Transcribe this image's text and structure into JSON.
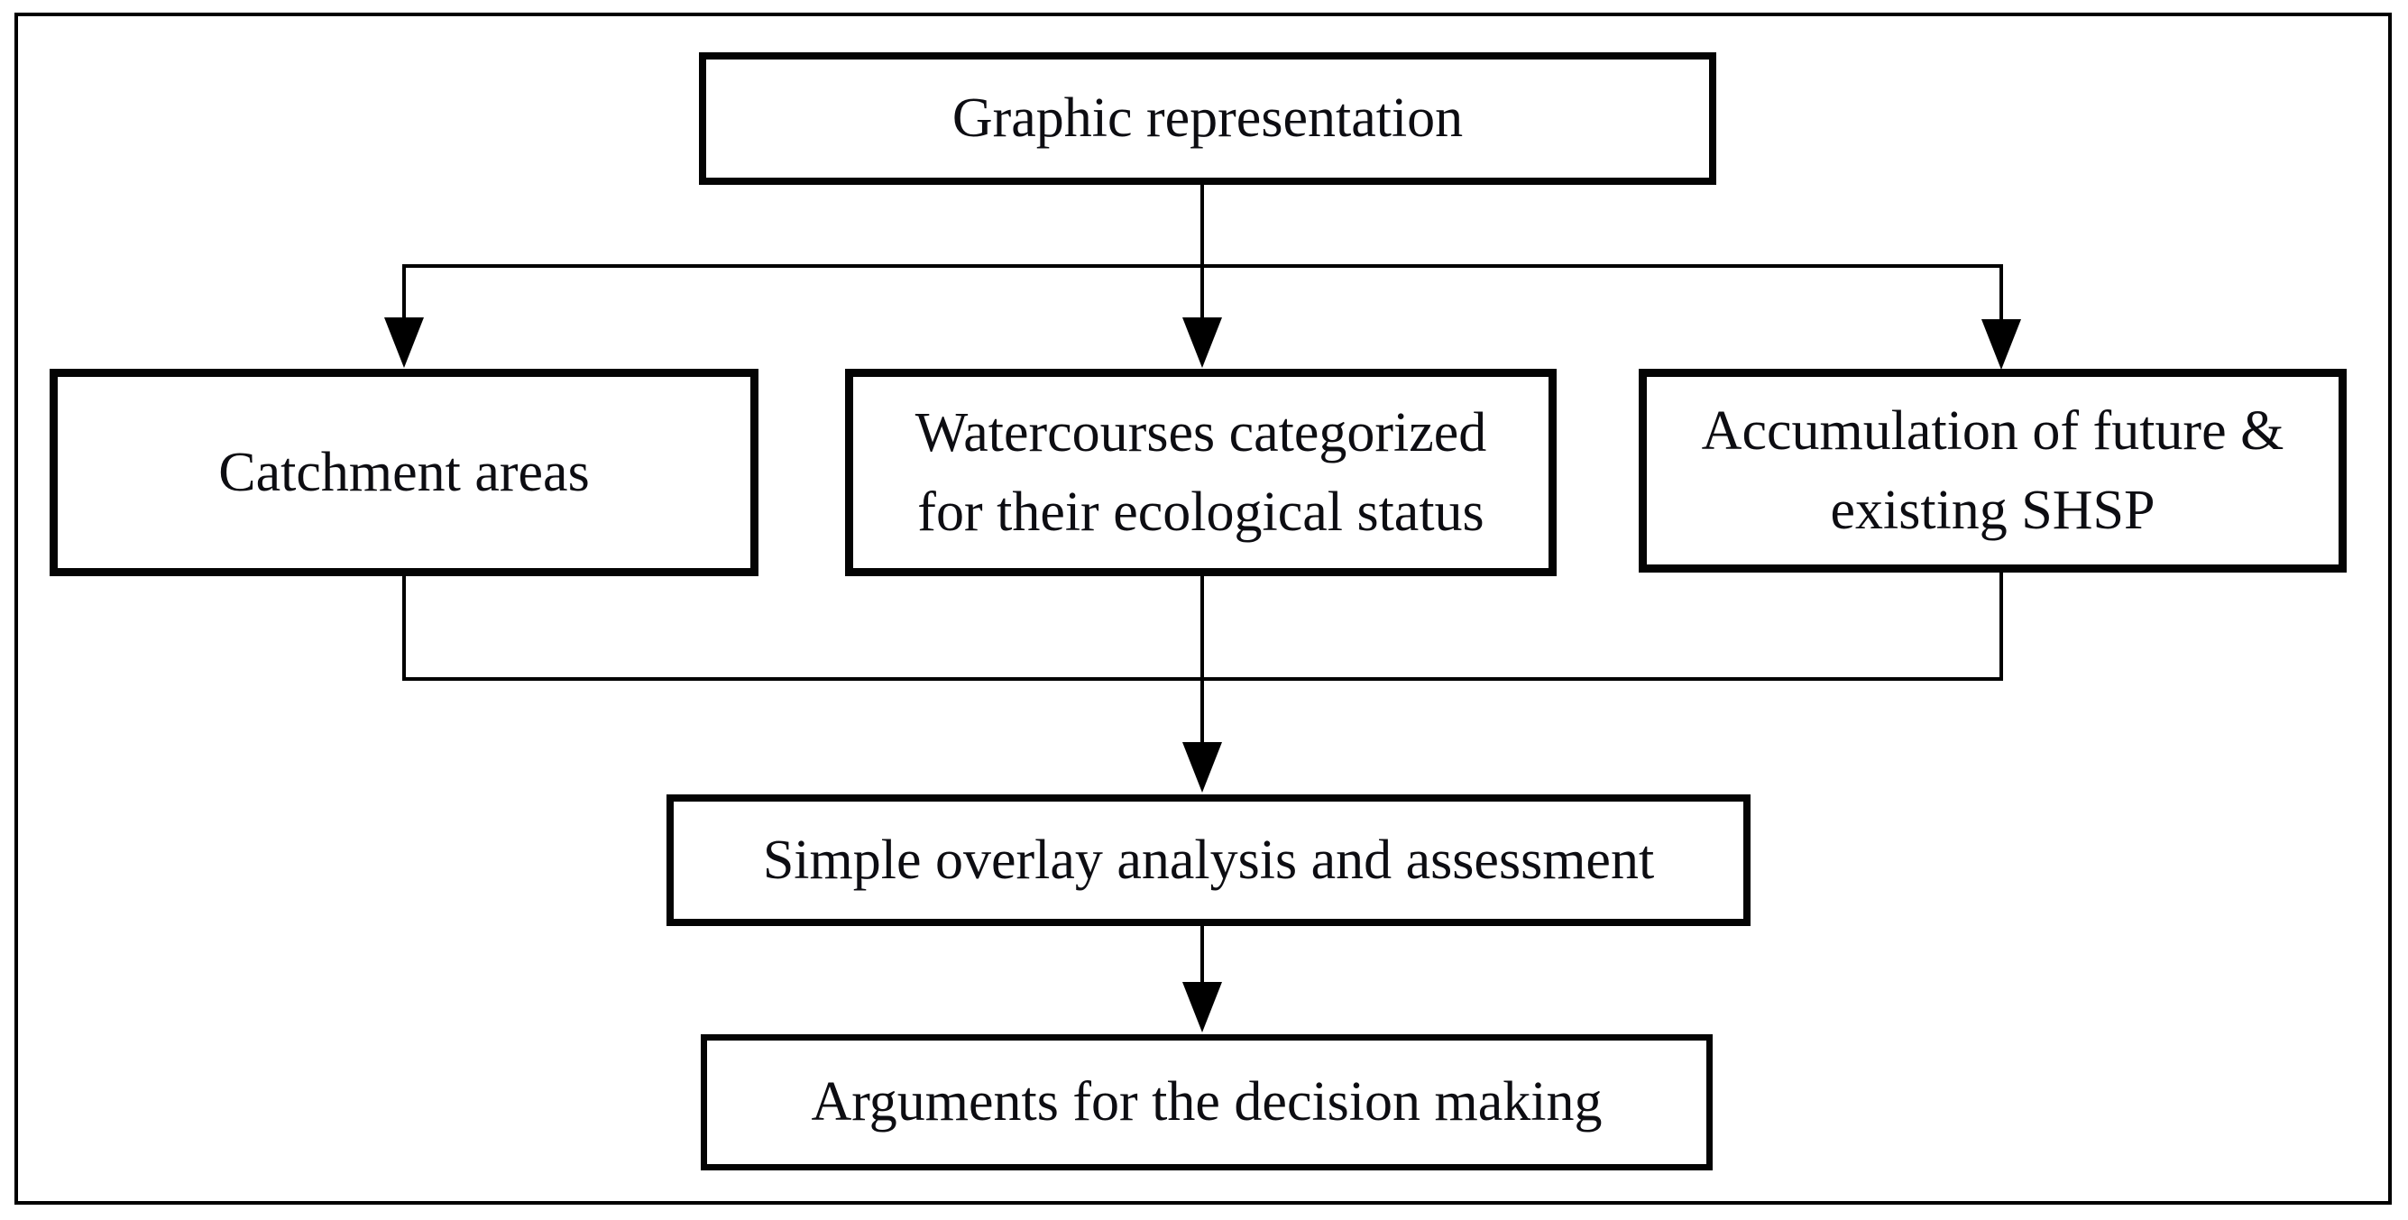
{
  "figure": {
    "type": "flowchart",
    "background_color": "#ffffff",
    "line_color": "#000000",
    "text_color": "#0d0d12",
    "nodes": [
      {
        "id": "graphic-representation",
        "label": "Graphic representation"
      },
      {
        "id": "catchment-areas",
        "label": "Catchment areas"
      },
      {
        "id": "watercourses",
        "label": "Watercourses categorized for their ecological status"
      },
      {
        "id": "accumulation-shsp",
        "label": "Accumulation of future & existing SHSP"
      },
      {
        "id": "overlay-analysis",
        "label": "Simple overlay analysis and assessment"
      },
      {
        "id": "decision-arguments",
        "label": "Arguments for the decision making"
      }
    ],
    "edges": [
      {
        "from": "graphic-representation",
        "to": "catchment-areas"
      },
      {
        "from": "graphic-representation",
        "to": "watercourses"
      },
      {
        "from": "graphic-representation",
        "to": "accumulation-shsp"
      },
      {
        "from": "catchment-areas",
        "to": "overlay-analysis"
      },
      {
        "from": "watercourses",
        "to": "overlay-analysis"
      },
      {
        "from": "accumulation-shsp",
        "to": "overlay-analysis"
      },
      {
        "from": "overlay-analysis",
        "to": "decision-arguments"
      }
    ]
  }
}
